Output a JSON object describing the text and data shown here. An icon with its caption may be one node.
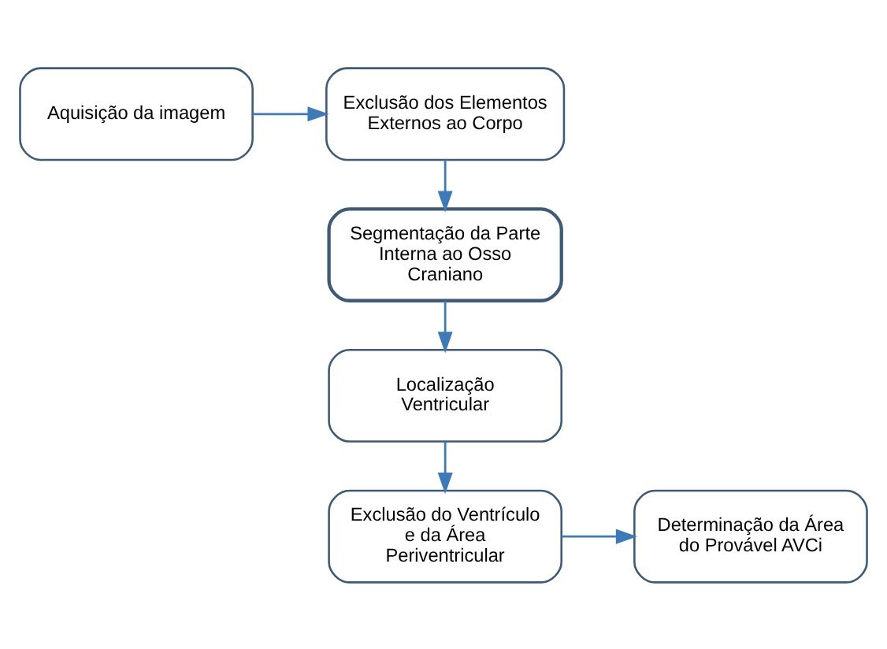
{
  "diagram": {
    "nodes": [
      {
        "text": [
          "Aquisição da imagem"
        ]
      },
      {
        "text": [
          "Exclusão dos Elementos Externos ao Corpo"
        ]
      },
      {
        "text": [
          "Segmentação da Parte Interna ao Osso Craniano"
        ]
      },
      {
        "text": [
          "Localização Ventricular"
        ]
      },
      {
        "text": [
          "Exclusão do Ventrículo e da Área Periventricular"
        ]
      },
      {
        "text": [
          "Determinação da Área do Provável AVCi"
        ]
      }
    ],
    "edges": [
      {
        "from": 0,
        "to": 1,
        "arrow": "to"
      },
      {
        "from": 1,
        "to": 2,
        "arrow": "to"
      },
      {
        "from": 2,
        "to": 3,
        "arrow": "to"
      },
      {
        "from": 3,
        "to": 4,
        "arrow": "to"
      },
      {
        "from": 4,
        "to": 5,
        "arrow": "to"
      }
    ]
  }
}
